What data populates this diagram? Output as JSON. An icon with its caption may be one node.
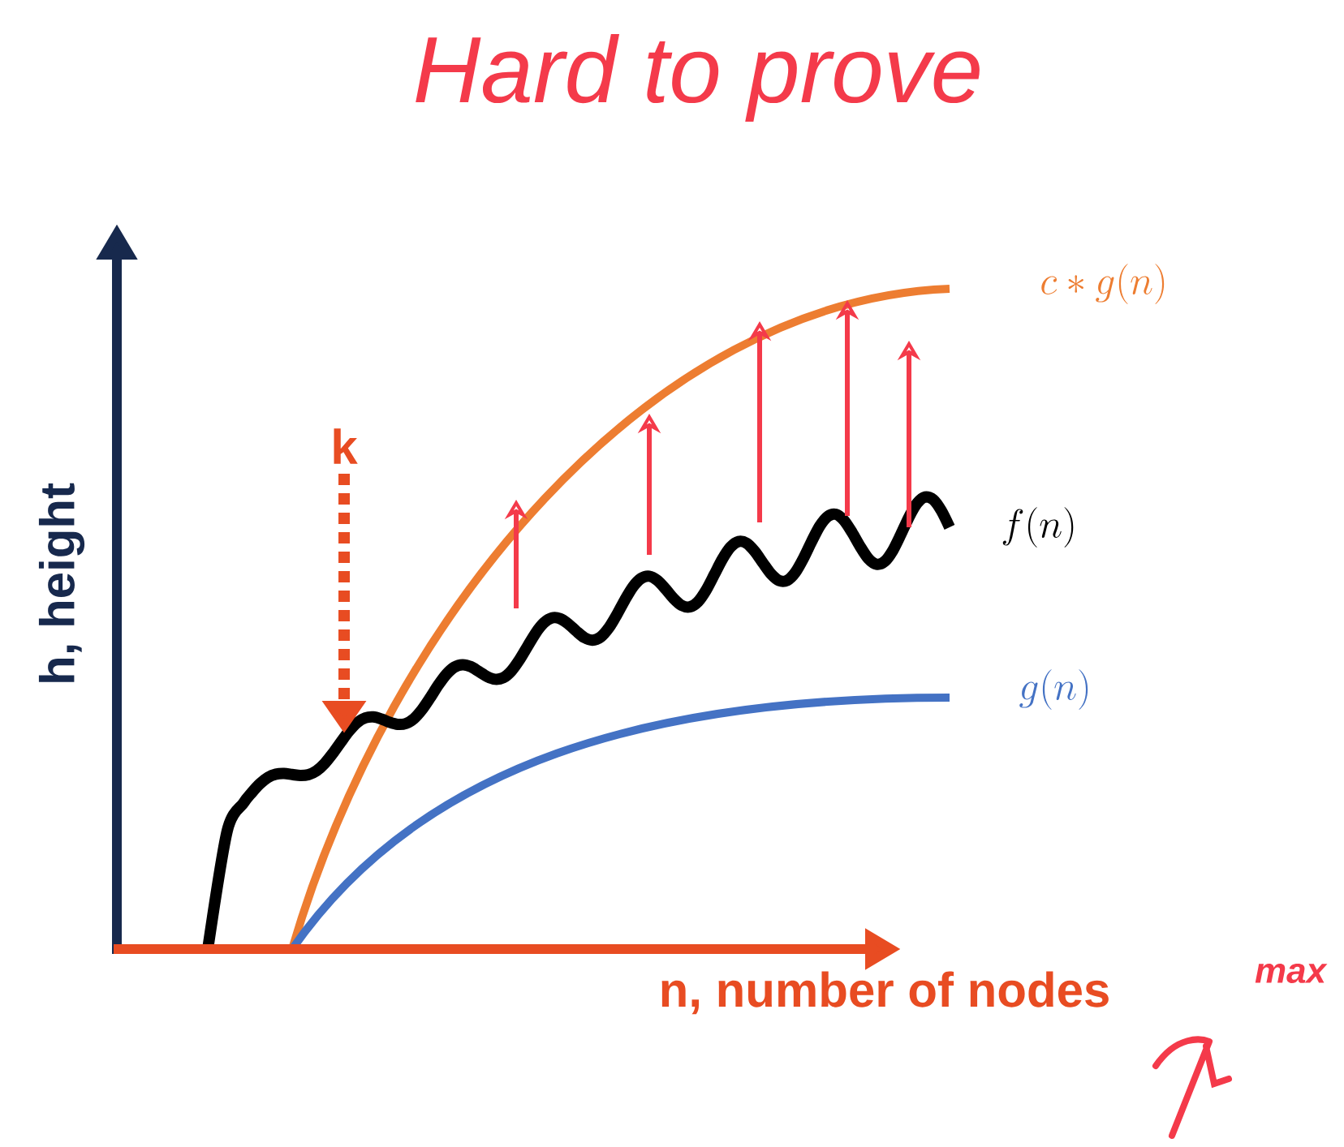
{
  "diagram": {
    "title": "Hard to prove",
    "labels": [
      "h, height",
      "k",
      "c * g(n)",
      "f(n)",
      "g(n)",
      "n, number of nodes",
      "max"
    ]
  }
}
